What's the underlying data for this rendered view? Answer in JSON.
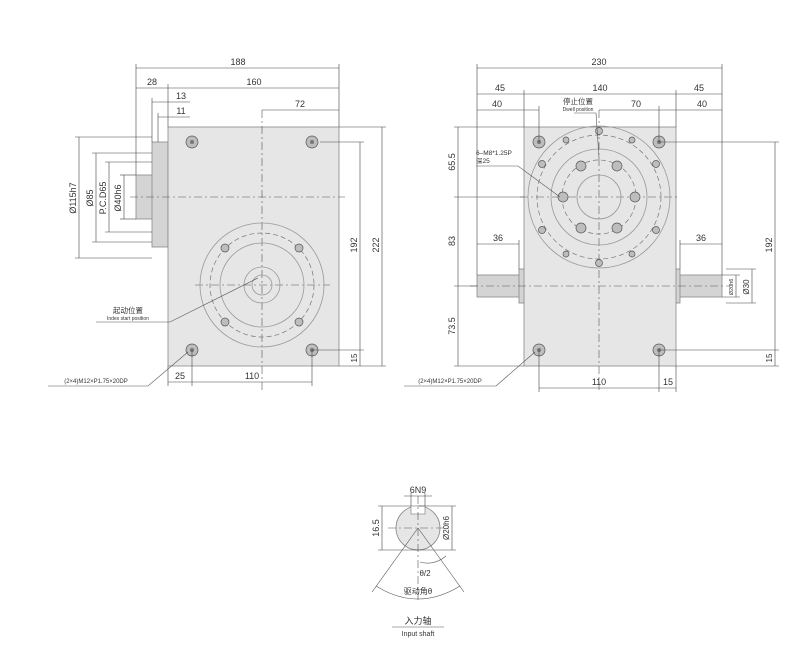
{
  "dims": {
    "d188": "188",
    "d28": "28",
    "d160": "160",
    "d13": "13",
    "d11": "11",
    "d72": "72",
    "d115": "Ø115h7",
    "d85": "Ø85",
    "pcd": "P.C.D65",
    "d40": "Ø40h6",
    "d192L": "192",
    "d222": "222",
    "d15L": "15",
    "d25": "25",
    "d110L": "110",
    "d230": "230",
    "d45a": "45",
    "d140": "140",
    "d45b": "45",
    "d40a": "40",
    "d70": "70",
    "d40b": "40",
    "d65": "65.5",
    "d83": "83",
    "d73": "73.5",
    "d36a": "36",
    "d36b": "36",
    "d192R": "192",
    "d15R": "15",
    "d110R": "110",
    "d15B": "15",
    "d20s": "Ø20h6",
    "d30": "Ø30",
    "key": "6N9",
    "d16": "16.5",
    "d20h": "Ø20h6",
    "theta": "θ/2"
  },
  "labels": {
    "index_start_cn": "起动位置",
    "index_start_en": "Index start position",
    "tap_left": "(2×4)M12×P1.75×20DP",
    "tap_right": "(2×4)M12×P1.75×20DP",
    "dwell_cn": "停止位置",
    "dwell_en": "Dwell position",
    "m8": "6–M8*1.25P",
    "depth": "深25",
    "drive_angle": "驱动角θ",
    "input_cn": "入力轴",
    "input_en": "Input shaft"
  }
}
